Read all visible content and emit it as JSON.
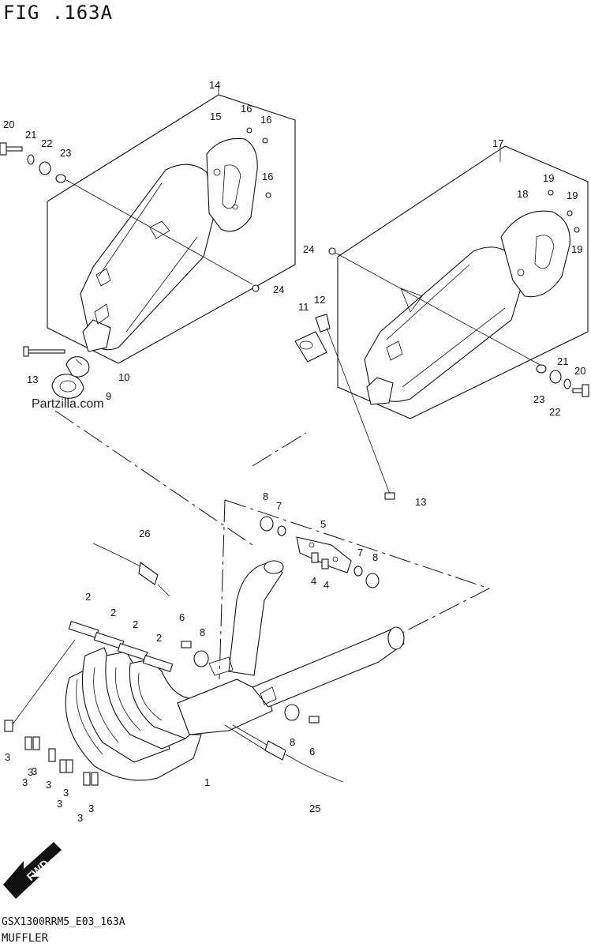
{
  "figure": {
    "title": "FIG .163A",
    "ref_code": "GSX1300RRM5_E03_163A",
    "caption": "MUFFLER"
  },
  "watermark": "Partzilla.com",
  "fwd_label": "FWD",
  "callouts": [
    {
      "id": "c1",
      "label": "1"
    },
    {
      "id": "c2a",
      "label": "2"
    },
    {
      "id": "c2b",
      "label": "2"
    },
    {
      "id": "c2c",
      "label": "2"
    },
    {
      "id": "c2d",
      "label": "2"
    },
    {
      "id": "c3a",
      "label": "3"
    },
    {
      "id": "c3b",
      "label": "3"
    },
    {
      "id": "c3c",
      "label": "3"
    },
    {
      "id": "c3d",
      "label": "3"
    },
    {
      "id": "c3e",
      "label": "3"
    },
    {
      "id": "c3f",
      "label": "3"
    },
    {
      "id": "c3g",
      "label": "3"
    },
    {
      "id": "c3h",
      "label": "3"
    },
    {
      "id": "c3i",
      "label": "3"
    },
    {
      "id": "c4a",
      "label": "4"
    },
    {
      "id": "c4b",
      "label": "4"
    },
    {
      "id": "c5",
      "label": "5"
    },
    {
      "id": "c6a",
      "label": "6"
    },
    {
      "id": "c6b",
      "label": "6"
    },
    {
      "id": "c7a",
      "label": "7"
    },
    {
      "id": "c7b",
      "label": "7"
    },
    {
      "id": "c8a",
      "label": "8"
    },
    {
      "id": "c8b",
      "label": "8"
    },
    {
      "id": "c8c",
      "label": "8"
    },
    {
      "id": "c8d",
      "label": "8"
    },
    {
      "id": "c9",
      "label": "9"
    },
    {
      "id": "c10",
      "label": "10"
    },
    {
      "id": "c11",
      "label": "11"
    },
    {
      "id": "c12",
      "label": "12"
    },
    {
      "id": "c13a",
      "label": "13"
    },
    {
      "id": "c13b",
      "label": "13"
    },
    {
      "id": "c14",
      "label": "14"
    },
    {
      "id": "c15",
      "label": "15"
    },
    {
      "id": "c16a",
      "label": "16"
    },
    {
      "id": "c16b",
      "label": "16"
    },
    {
      "id": "c16c",
      "label": "16"
    },
    {
      "id": "c17",
      "label": "17"
    },
    {
      "id": "c18",
      "label": "18"
    },
    {
      "id": "c19a",
      "label": "19"
    },
    {
      "id": "c19b",
      "label": "19"
    },
    {
      "id": "c19c",
      "label": "19"
    },
    {
      "id": "c20a",
      "label": "20"
    },
    {
      "id": "c20b",
      "label": "20"
    },
    {
      "id": "c21a",
      "label": "21"
    },
    {
      "id": "c21b",
      "label": "21"
    },
    {
      "id": "c22a",
      "label": "22"
    },
    {
      "id": "c22b",
      "label": "22"
    },
    {
      "id": "c23a",
      "label": "23"
    },
    {
      "id": "c23b",
      "label": "23"
    },
    {
      "id": "c24a",
      "label": "24"
    },
    {
      "id": "c24b",
      "label": "24"
    },
    {
      "id": "c25",
      "label": "25"
    },
    {
      "id": "c26",
      "label": "26"
    }
  ]
}
